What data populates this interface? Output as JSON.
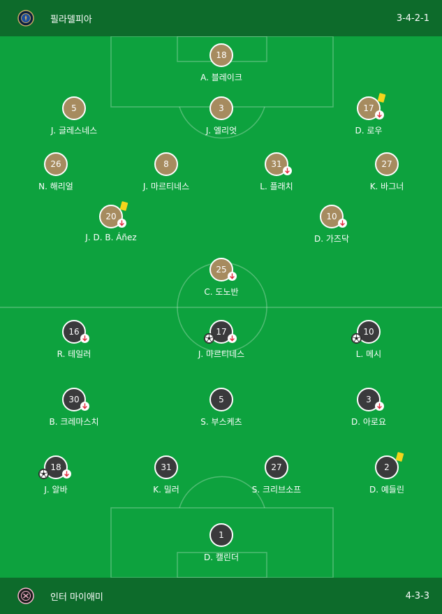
{
  "home_team": {
    "name": "필라델피아",
    "formation": "3-4-2-1",
    "logo_icon": "philadelphia-union-crest-icon",
    "players": [
      {
        "number": "18",
        "name": "A. 블레이크",
        "pos": "gk"
      },
      {
        "number": "5",
        "name": "J. 글레스네스",
        "pos": "cb-left"
      },
      {
        "number": "3",
        "name": "J. 엘리엇",
        "pos": "cb-center"
      },
      {
        "number": "17",
        "name": "D. 로우",
        "pos": "cb-right",
        "yellow_card": true,
        "substituted": true
      },
      {
        "number": "26",
        "name": "N. 해리얼",
        "pos": "lm"
      },
      {
        "number": "8",
        "name": "J. 마르티네스",
        "pos": "cm-left"
      },
      {
        "number": "31",
        "name": "L. 플래치",
        "pos": "cm-right",
        "substituted": true
      },
      {
        "number": "27",
        "name": "K. 바그너",
        "pos": "rm"
      },
      {
        "number": "20",
        "name": "J. D. B. Áñez",
        "pos": "am-left",
        "yellow_card": true,
        "substituted": true
      },
      {
        "number": "10",
        "name": "D. 가즈닥",
        "pos": "am-right",
        "substituted": true
      },
      {
        "number": "25",
        "name": "C. 도노반",
        "pos": "st",
        "substituted": true
      }
    ]
  },
  "away_team": {
    "name": "인터 마이애미",
    "formation": "4-3-3",
    "logo_icon": "inter-miami-crest-icon",
    "players": [
      {
        "number": "16",
        "name": "R. 테일러",
        "pos": "lw",
        "substituted": true
      },
      {
        "number": "17",
        "name": "J. 마르티네스",
        "pos": "st",
        "substituted": true,
        "goal": true
      },
      {
        "number": "10",
        "name": "L. 메시",
        "pos": "rw",
        "goal": true
      },
      {
        "number": "30",
        "name": "B. 크레마스치",
        "pos": "cm-left",
        "substituted": true
      },
      {
        "number": "5",
        "name": "S. 부스케츠",
        "pos": "cm-center"
      },
      {
        "number": "3",
        "name": "D. 아로요",
        "pos": "cm-right",
        "substituted": true
      },
      {
        "number": "18",
        "name": "J. 알바",
        "pos": "lb",
        "substituted": true,
        "goal": true
      },
      {
        "number": "31",
        "name": "K. 밀러",
        "pos": "cb-left"
      },
      {
        "number": "27",
        "name": "S. 크리브소프",
        "pos": "cb-right"
      },
      {
        "number": "2",
        "name": "D. 예들린",
        "pos": "rb",
        "yellow_card": true
      },
      {
        "number": "1",
        "name": "D. 캘린더",
        "pos": "gk"
      }
    ]
  },
  "icons": {
    "substitution": "substitution-down-arrow-icon",
    "yellow_card": "yellow-card-icon",
    "goal": "soccer-ball-icon"
  },
  "colors": {
    "pitch": "#0da23e",
    "bar": "#0d6b2b",
    "home_disc": "#a68b5f",
    "away_disc": "#3a3a3c",
    "yellow_card": "#f4d51c",
    "sub_arrow": "#e0283a"
  }
}
